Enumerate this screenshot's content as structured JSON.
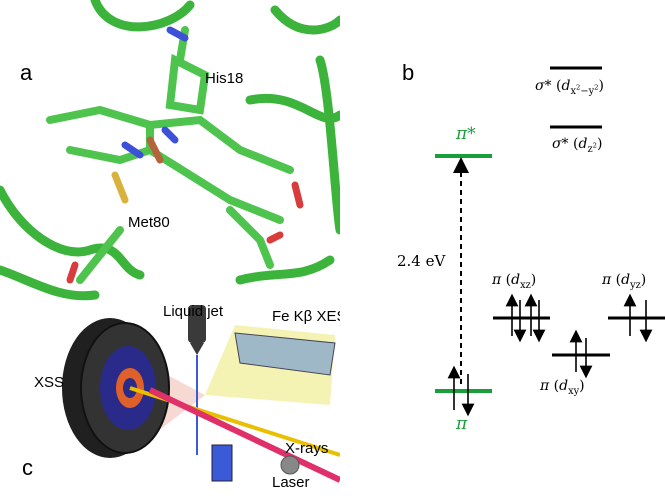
{
  "colors": {
    "green": "#1a9e3c",
    "black": "#000000"
  },
  "panel_a": {
    "label": "a",
    "residues": [
      "His18",
      "Met80"
    ]
  },
  "panel_b": {
    "label": "b",
    "levels": {
      "sigma_x2y2": "σ*",
      "sigma_z2": "σ*",
      "pi_star": "π*",
      "gap": "2.4 eV",
      "pi_xz": "π",
      "pi_yz": "π",
      "pi_xy": "π",
      "pi": "π"
    }
  },
  "panel_c": {
    "label": "c",
    "labels": {
      "liquid_jet": "Liquid jet",
      "xss": "XSS",
      "xes": "Fe Kβ XES",
      "xrays": "X-rays",
      "laser": "Laser"
    }
  }
}
